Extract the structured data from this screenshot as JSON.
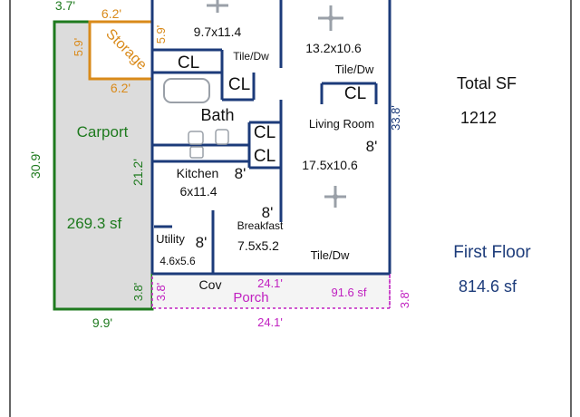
{
  "colors": {
    "wall": "#1c3b7a",
    "carport": "#1e7a1e",
    "storage": "#d98a1a",
    "porch": "#c020c0",
    "frame": "#333333",
    "text": "#111111",
    "fixture": "#9aa0a8"
  },
  "summary": {
    "total_label": "Total SF",
    "total_value": "1212",
    "floor_label": "First Floor",
    "floor_value": "814.6 sf"
  },
  "carport": {
    "label": "Carport",
    "area": "269.3 sf",
    "dim_left": "30.9'",
    "dim_right": "21.2'",
    "dim_bottom": "9.9'",
    "dim_lower": "3.8'",
    "dim_top": "3.7'"
  },
  "storage": {
    "label": "Storage",
    "dim_top": "6.2'",
    "dim_bottom": "6.2'",
    "dim_left": "5.9'",
    "dim_right": "5.9'"
  },
  "rooms": {
    "bedroom_size": "9.7x11.4",
    "bedroom_floor": "Tile/Dw",
    "bedroom2_size": "13.2x10.6",
    "bedroom2_floor": "Tile/Dw",
    "bath": "Bath",
    "living": "Living Room",
    "living_size": "17.5x10.6",
    "living_ceiling": "8'",
    "kitchen": "Kitchen",
    "kitchen_size": "6x11.4",
    "kitchen_ceiling": "8'",
    "breakfast": "Breakfast",
    "breakfast_size": "7.5x5.2",
    "breakfast_ceiling": "8'",
    "breakfast_floor": "Tile/Dw",
    "utility": "Utility",
    "utility_size": "4.6x5.6",
    "utility_ceiling": "8'",
    "house_depth": "33.8'",
    "closet": "CL"
  },
  "porch": {
    "cov": "Cov",
    "label": "Porch",
    "area": "91.6 sf",
    "dim_top": "24.1'",
    "dim_bottom": "24.1'",
    "dim_left": "3.8'",
    "dim_right": "3.8'"
  }
}
